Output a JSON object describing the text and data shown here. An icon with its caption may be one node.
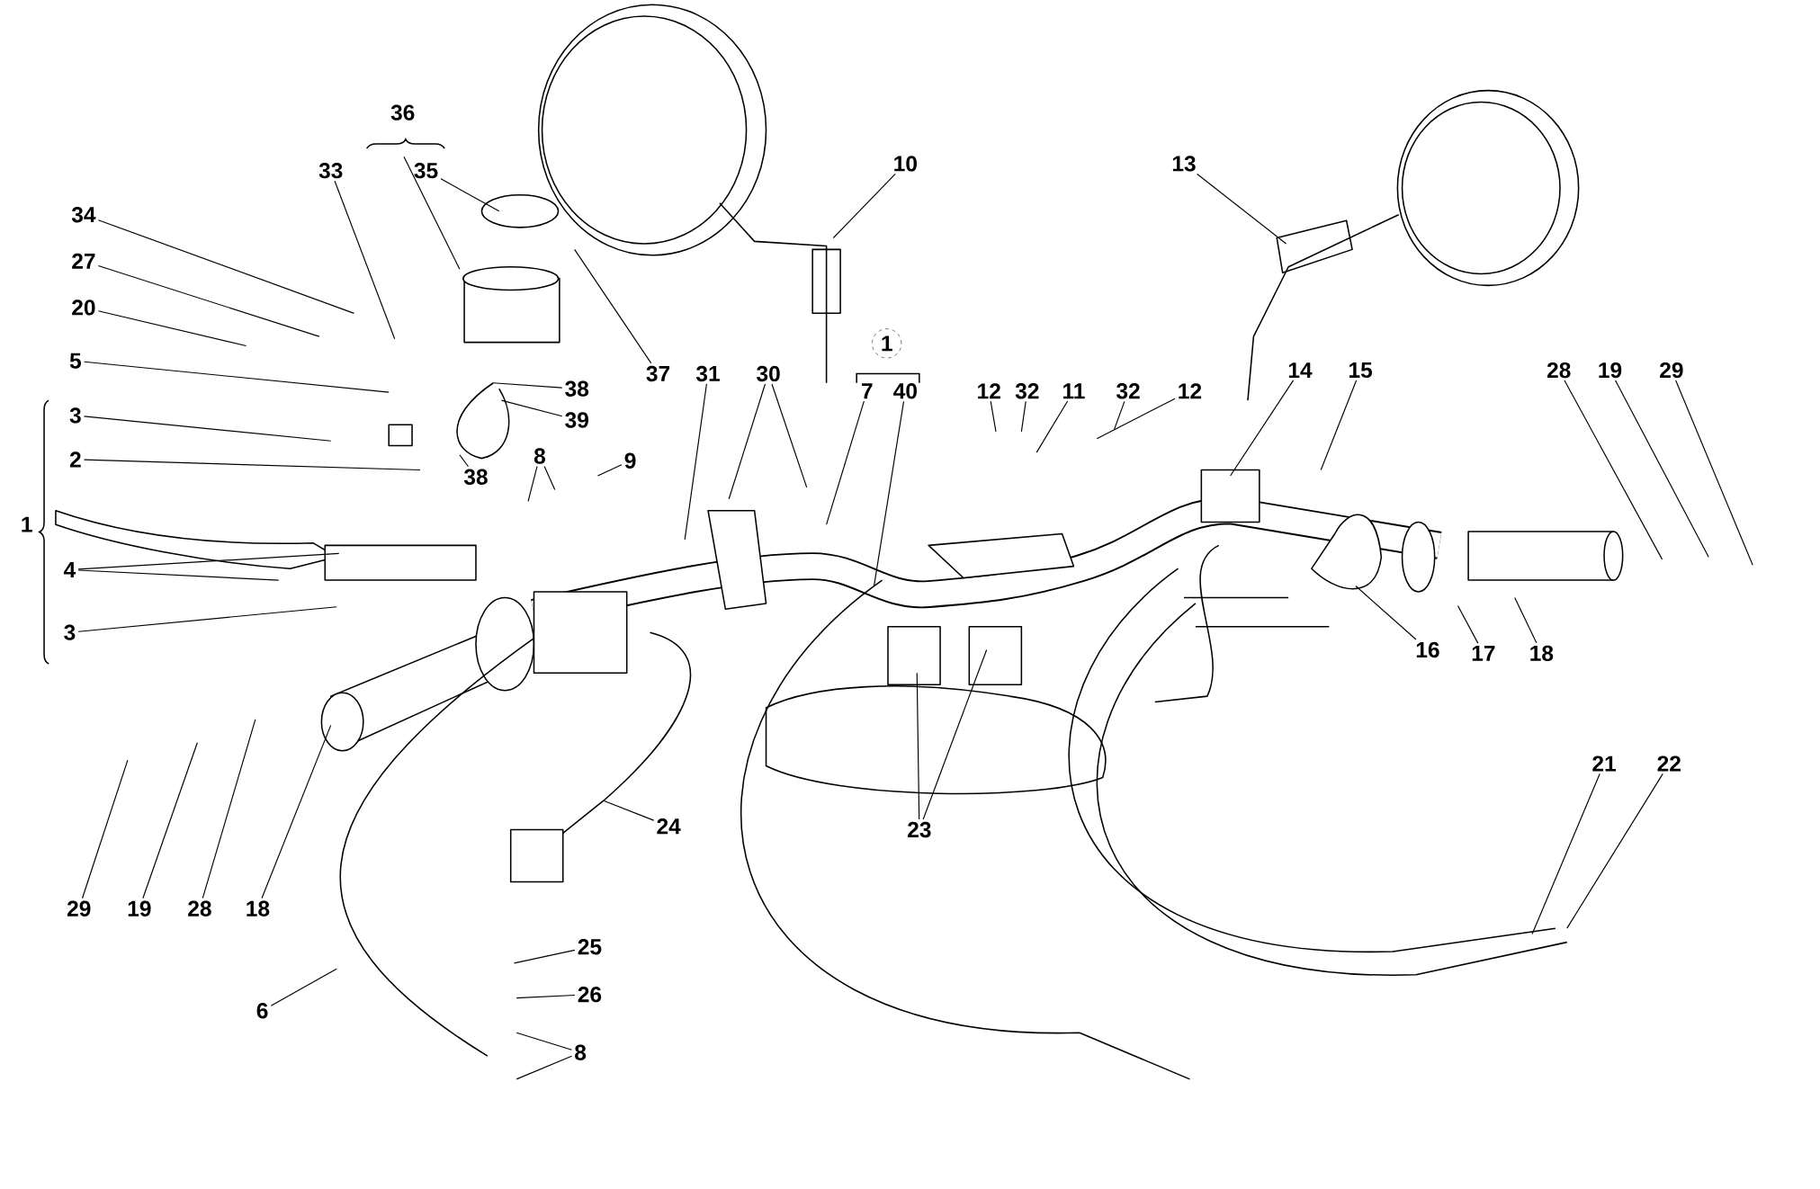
{
  "diagram": {
    "nodes": [
      {
        "text": [
          "36"
        ]
      },
      {
        "text": [
          "33"
        ]
      },
      {
        "text": [
          "35"
        ]
      },
      {
        "text": [
          "34"
        ]
      },
      {
        "text": [
          "27"
        ]
      },
      {
        "text": [
          "20"
        ]
      },
      {
        "text": [
          "5"
        ]
      },
      {
        "text": [
          "3"
        ]
      },
      {
        "text": [
          "2"
        ]
      },
      {
        "text": [
          "4"
        ]
      },
      {
        "text": [
          "3"
        ]
      },
      {
        "text": [
          "37"
        ]
      },
      {
        "text": [
          "38"
        ]
      },
      {
        "text": [
          "39"
        ]
      },
      {
        "text": [
          "38"
        ]
      },
      {
        "text": [
          "8"
        ]
      },
      {
        "text": [
          "9"
        ]
      },
      {
        "text": [
          "31"
        ]
      },
      {
        "text": [
          "30"
        ]
      },
      {
        "text": [
          "7"
        ]
      },
      {
        "text": [
          "40"
        ]
      },
      {
        "text": [
          "10"
        ]
      },
      {
        "text": [
          "12"
        ]
      },
      {
        "text": [
          "32"
        ]
      },
      {
        "text": [
          "11"
        ]
      },
      {
        "text": [
          "32"
        ]
      },
      {
        "text": [
          "12"
        ]
      },
      {
        "text": [
          "13"
        ]
      },
      {
        "text": [
          "14"
        ]
      },
      {
        "text": [
          "15"
        ]
      },
      {
        "text": [
          "28"
        ]
      },
      {
        "text": [
          "19"
        ]
      },
      {
        "text": [
          "29"
        ]
      },
      {
        "text": [
          "16"
        ]
      },
      {
        "text": [
          "17"
        ]
      },
      {
        "text": [
          "18"
        ]
      },
      {
        "text": [
          "21"
        ]
      },
      {
        "text": [
          "22"
        ]
      },
      {
        "text": [
          "23"
        ]
      },
      {
        "text": [
          "24"
        ]
      },
      {
        "text": [
          "29"
        ]
      },
      {
        "text": [
          "19"
        ]
      },
      {
        "text": [
          "28"
        ]
      },
      {
        "text": [
          "18"
        ]
      },
      {
        "text": [
          "25"
        ]
      },
      {
        "text": [
          "26"
        ]
      },
      {
        "text": [
          "6"
        ]
      },
      {
        "text": [
          "8"
        ]
      }
    ],
    "edges": [
      {
        "from": 0,
        "to": null,
        "arrow": "none"
      },
      {
        "from": 1,
        "to": null,
        "arrow": "none"
      },
      {
        "from": 2,
        "to": null,
        "arrow": "none"
      },
      {
        "from": 3,
        "to": null,
        "arrow": "none"
      },
      {
        "from": 4,
        "to": null,
        "arrow": "none"
      },
      {
        "from": 5,
        "to": null,
        "arrow": "none"
      },
      {
        "from": 6,
        "to": null,
        "arrow": "none"
      },
      {
        "from": 7,
        "to": null,
        "arrow": "none"
      },
      {
        "from": 8,
        "to": null,
        "arrow": "none"
      },
      {
        "from": 9,
        "to": null,
        "arrow": "none"
      },
      {
        "from": 9,
        "to": null,
        "arrow": "none"
      },
      {
        "from": 10,
        "to": null,
        "arrow": "none"
      },
      {
        "from": 11,
        "to": null,
        "arrow": "none"
      },
      {
        "from": 12,
        "to": null,
        "arrow": "none"
      },
      {
        "from": 13,
        "to": null,
        "arrow": "none"
      },
      {
        "from": 14,
        "to": null,
        "arrow": "none"
      },
      {
        "from": 15,
        "to": null,
        "arrow": "none"
      },
      {
        "from": 15,
        "to": null,
        "arrow": "none"
      },
      {
        "from": 16,
        "to": null,
        "arrow": "none"
      },
      {
        "from": 17,
        "to": null,
        "arrow": "none"
      },
      {
        "from": 18,
        "to": null,
        "arrow": "none"
      },
      {
        "from": 18,
        "to": null,
        "arrow": "none"
      },
      {
        "from": 19,
        "to": null,
        "arrow": "none"
      },
      {
        "from": 20,
        "to": null,
        "arrow": "none"
      },
      {
        "from": 21,
        "to": null,
        "arrow": "none"
      },
      {
        "from": 22,
        "to": null,
        "arrow": "none"
      },
      {
        "from": 23,
        "to": null,
        "arrow": "none"
      },
      {
        "from": 24,
        "to": null,
        "arrow": "none"
      },
      {
        "from": 25,
        "to": null,
        "arrow": "none"
      },
      {
        "from": 26,
        "to": null,
        "arrow": "none"
      },
      {
        "from": 27,
        "to": null,
        "arrow": "none"
      },
      {
        "from": 28,
        "to": null,
        "arrow": "none"
      },
      {
        "from": 29,
        "to": null,
        "arrow": "none"
      },
      {
        "from": 30,
        "to": null,
        "arrow": "none"
      },
      {
        "from": 31,
        "to": null,
        "arrow": "none"
      },
      {
        "from": 32,
        "to": null,
        "arrow": "none"
      },
      {
        "from": 33,
        "to": null,
        "arrow": "none"
      },
      {
        "from": 34,
        "to": null,
        "arrow": "none"
      },
      {
        "from": 35,
        "to": null,
        "arrow": "none"
      },
      {
        "from": 36,
        "to": null,
        "arrow": "none"
      },
      {
        "from": 37,
        "to": null,
        "arrow": "none"
      },
      {
        "from": 38,
        "to": null,
        "arrow": "none"
      },
      {
        "from": 38,
        "to": null,
        "arrow": "none"
      },
      {
        "from": 39,
        "to": null,
        "arrow": "none"
      },
      {
        "from": 40,
        "to": null,
        "arrow": "none"
      },
      {
        "from": 41,
        "to": null,
        "arrow": "none"
      },
      {
        "from": 42,
        "to": null,
        "arrow": "none"
      },
      {
        "from": 43,
        "to": null,
        "arrow": "none"
      },
      {
        "from": 44,
        "to": null,
        "arrow": "none"
      },
      {
        "from": 45,
        "to": null,
        "arrow": "none"
      },
      {
        "from": 46,
        "to": null,
        "arrow": "none"
      },
      {
        "from": 47,
        "to": null,
        "arrow": "none"
      },
      {
        "from": 47,
        "to": null,
        "arrow": "none"
      }
    ],
    "labels": [
      "1",
      "1"
    ]
  }
}
